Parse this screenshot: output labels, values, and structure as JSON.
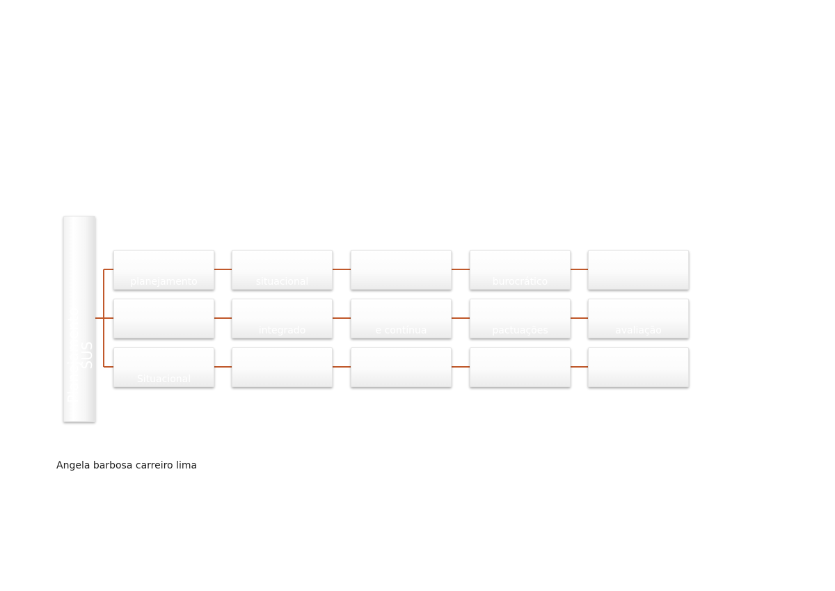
{
  "diagram": {
    "root": {
      "lines": [
        "Planejamento",
        "SUS"
      ]
    },
    "rows": [
      {
        "nodes": [
          [
            "planejamento"
          ],
          [
            "situacional"
          ],
          [
            ""
          ],
          [
            "burocrático"
          ],
          [
            ""
          ]
        ]
      },
      {
        "nodes": [
          [
            ""
          ],
          [
            "integrado"
          ],
          [
            "e contínua"
          ],
          [
            "pactuações"
          ],
          [
            "avaliação"
          ]
        ]
      },
      {
        "nodes": [
          [
            "Situacional"
          ],
          [
            ""
          ],
          [
            ""
          ],
          [
            ""
          ],
          [
            ""
          ]
        ]
      }
    ],
    "connector_color": "#c0582a"
  },
  "footer": {
    "author": "Angela barbosa carreiro lima"
  }
}
